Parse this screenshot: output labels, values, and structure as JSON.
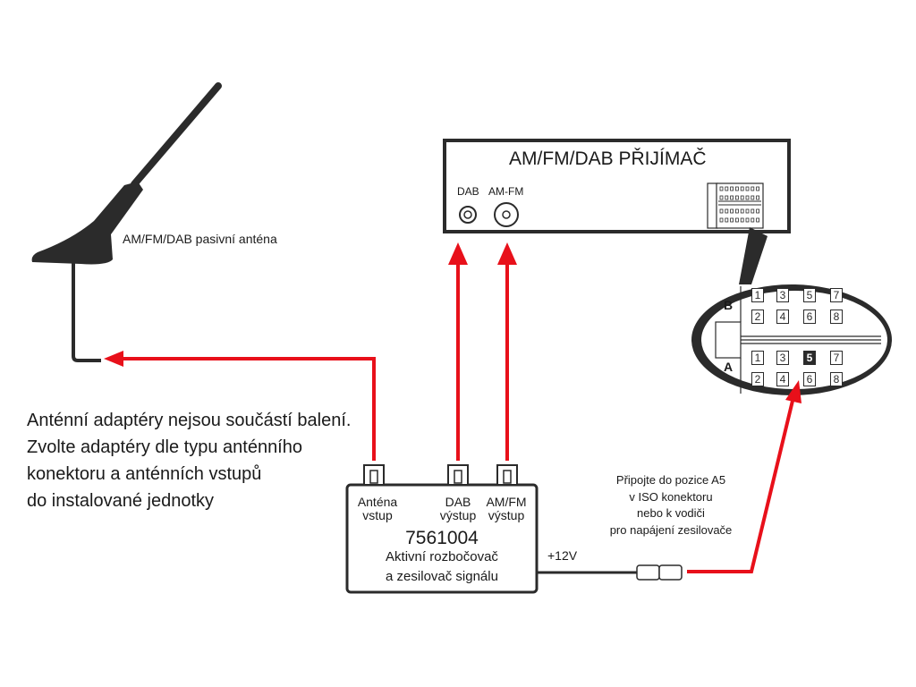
{
  "receiver": {
    "title": "AM/FM/DAB PŘIJÍMAČ",
    "port_dab_label": "DAB",
    "port_amfm_label": "AM-FM"
  },
  "antenna": {
    "label": "AM/FM/DAB  pasivní  anténa"
  },
  "note": {
    "lines": [
      "Anténní adaptéry nejsou součástí balení.",
      "Zvolte adaptéry dle typu anténního",
      "konektoru a anténních vstupů",
      "do instalované jednotky"
    ]
  },
  "splitter": {
    "input_label_1": "Anténa",
    "input_label_2": "vstup",
    "dab_label_1": "DAB",
    "dab_label_2": "výstup",
    "amfm_label_1": "AM/FM",
    "amfm_label_2": "výstup",
    "model": "7561004",
    "desc_1": "Aktivní rozbočovač",
    "desc_2": "a zesilovač signálu"
  },
  "power": {
    "voltage_label": "+12V",
    "hint_lines": [
      "Připojte do pozice A5",
      "v ISO konektoru",
      "nebo k vodiči",
      "pro napájení zesilovače"
    ]
  },
  "iso_connector": {
    "row_b_label": "B",
    "row_a_label": "A",
    "b_top": [
      "1",
      "3",
      "5",
      "7"
    ],
    "b_bottom": [
      "2",
      "4",
      "6",
      "8"
    ],
    "a_top": [
      "1",
      "3",
      "5",
      "7"
    ],
    "a_bottom": [
      "2",
      "4",
      "6",
      "8"
    ],
    "highlighted_pin": "A5"
  },
  "colors": {
    "signal_arrow": "#e8101a",
    "line": "#2b2b2b"
  }
}
